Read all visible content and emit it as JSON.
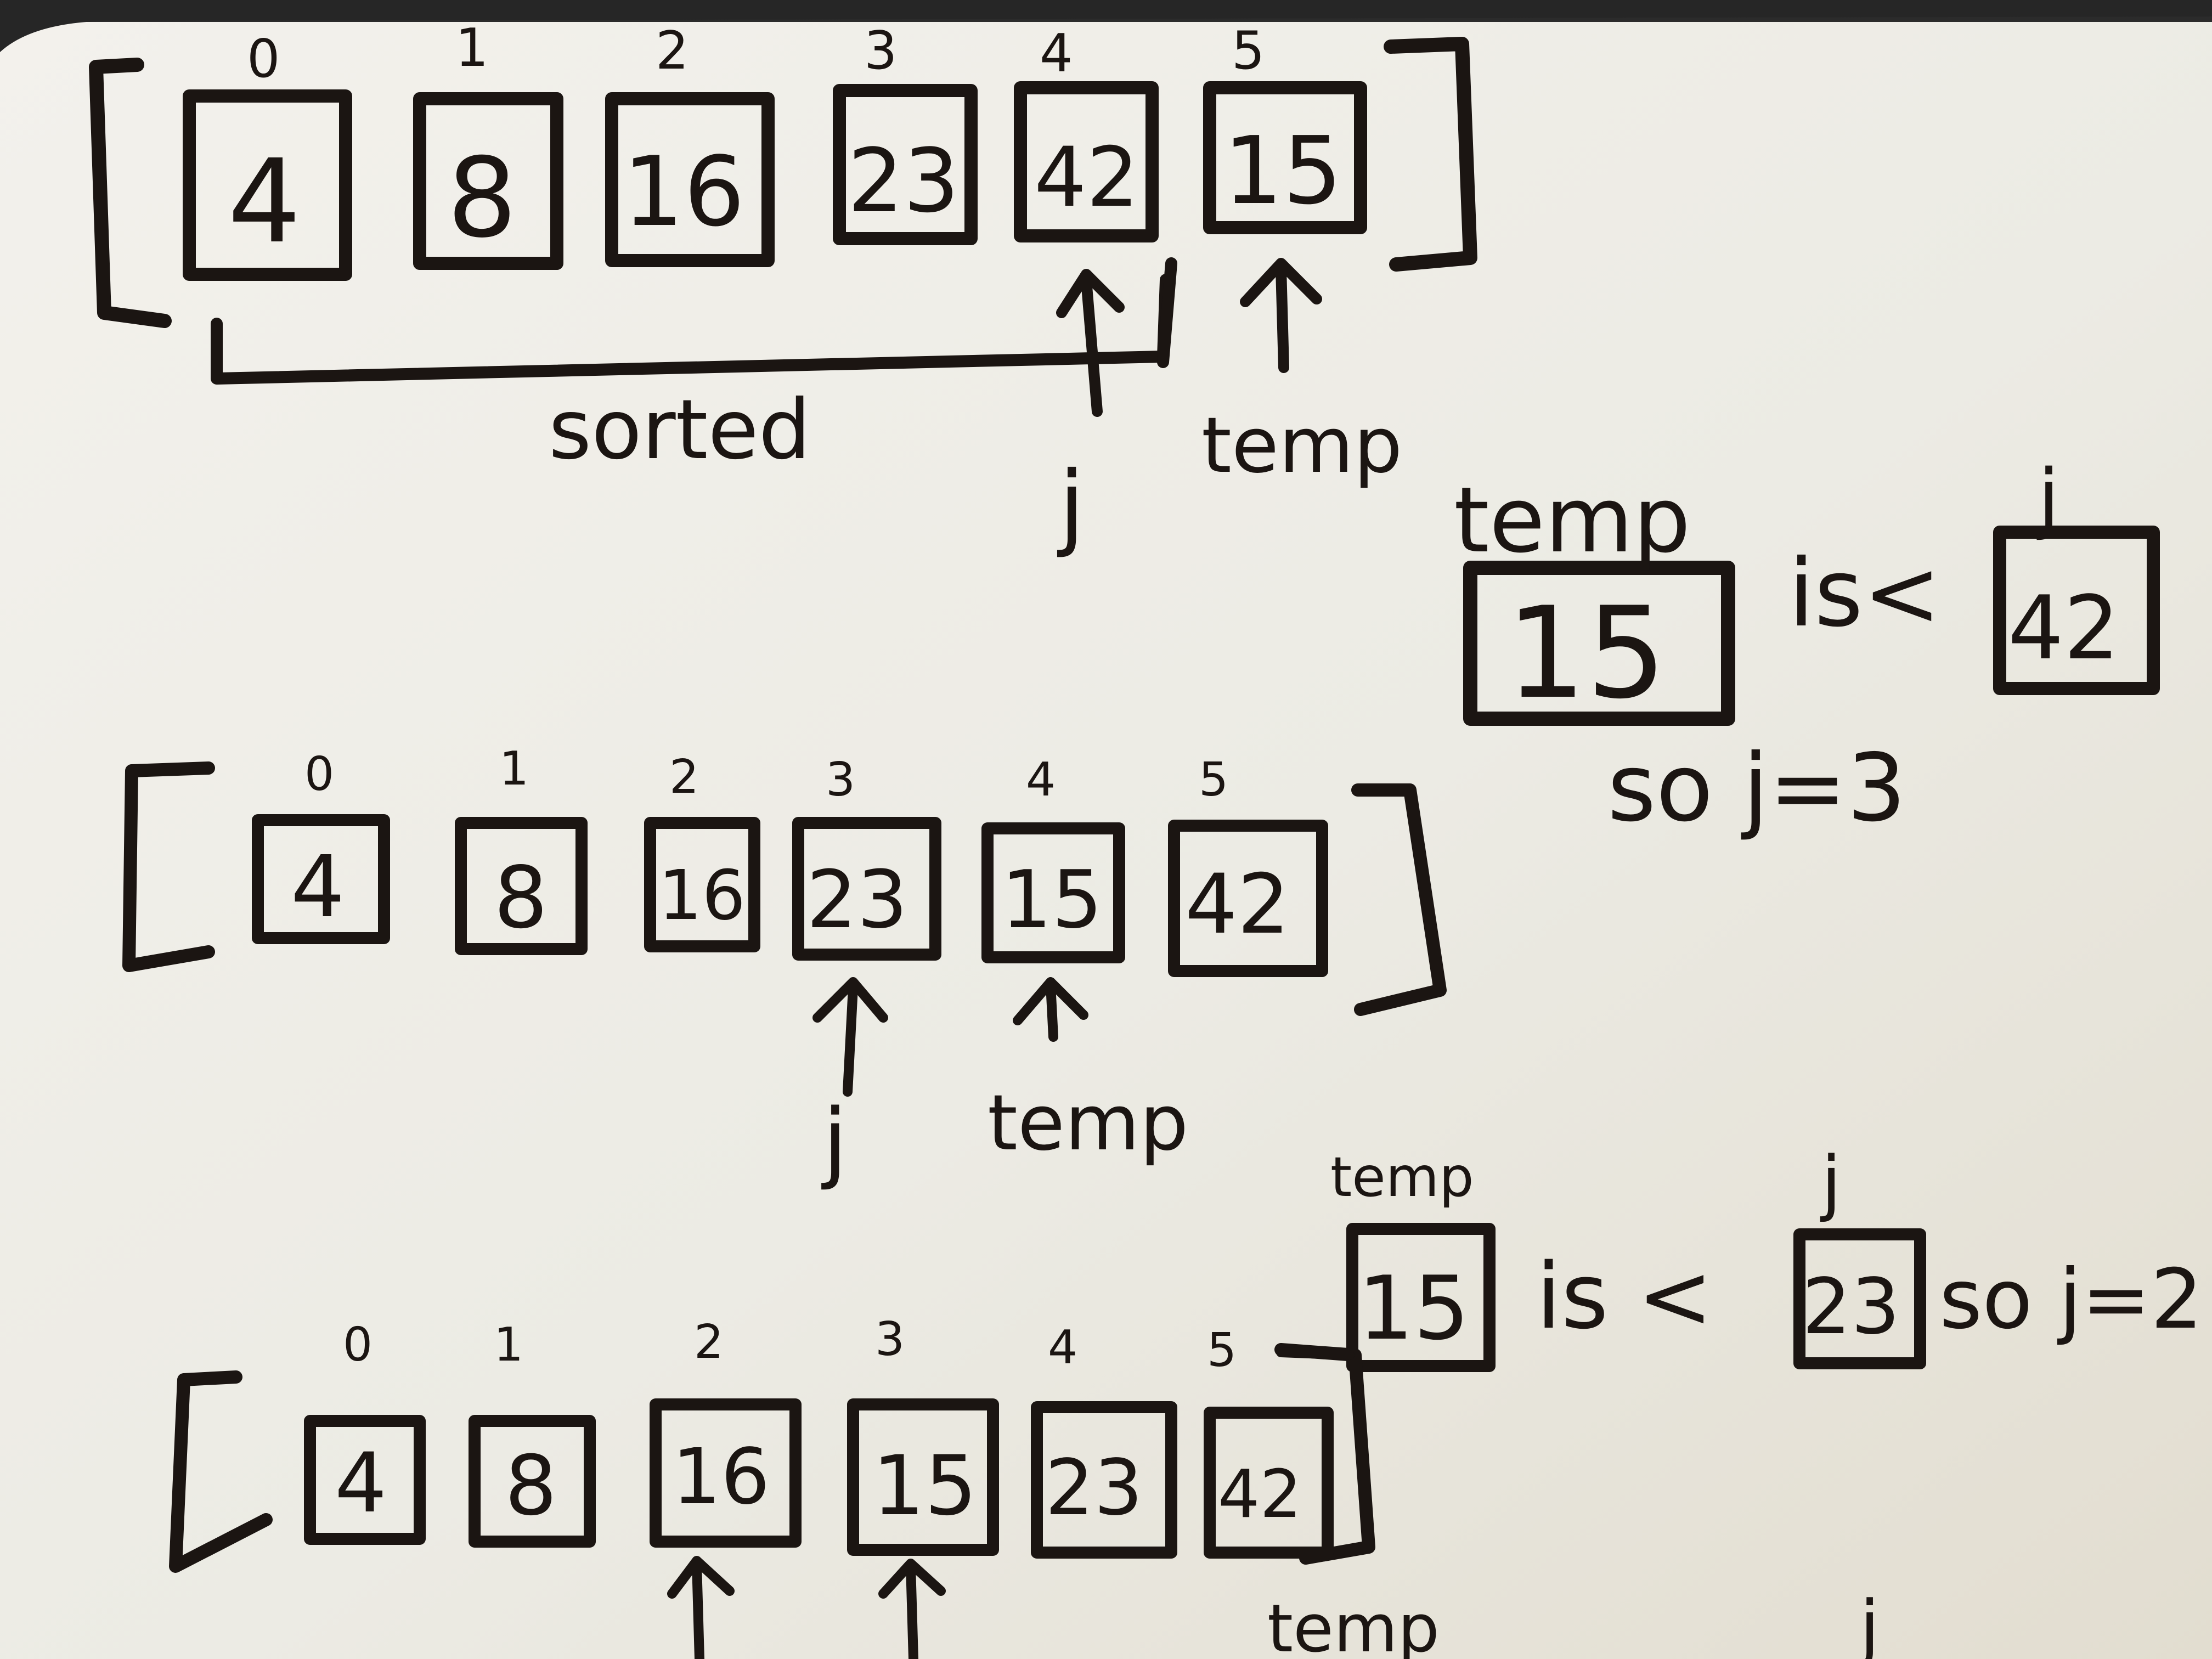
{
  "whiteboard": {
    "row1": {
      "indices": [
        "0",
        "1",
        "2",
        "3",
        "4",
        "5"
      ],
      "values": [
        "4",
        "8",
        "16",
        "23",
        "42",
        "15"
      ],
      "sorted_label": "sorted",
      "j_label": "j",
      "temp_label": "temp"
    },
    "note1": {
      "temp_label": "temp",
      "temp_value": "15",
      "is_less_text": "is<",
      "j_label": "j",
      "j_value": "42",
      "conclusion": "so j=3"
    },
    "row2": {
      "indices": [
        "0",
        "1",
        "2",
        "3",
        "4",
        "5"
      ],
      "values": [
        "4",
        "8",
        "16",
        "23",
        "15",
        "42"
      ],
      "j_label": "j",
      "temp_label": "temp"
    },
    "note2": {
      "temp_label": "temp",
      "temp_value": "15",
      "is_less_text": "is <",
      "j_label": "j",
      "j_value": "23",
      "conclusion": "so j=2"
    },
    "row3": {
      "indices": [
        "0",
        "1",
        "2",
        "3",
        "4",
        "5"
      ],
      "values": [
        "4",
        "8",
        "16",
        "15",
        "23",
        "42"
      ],
      "temp_label": "temp",
      "j_label": "j"
    }
  },
  "colors": {
    "board": "#eeebe4",
    "ink": "#1b1512"
  }
}
